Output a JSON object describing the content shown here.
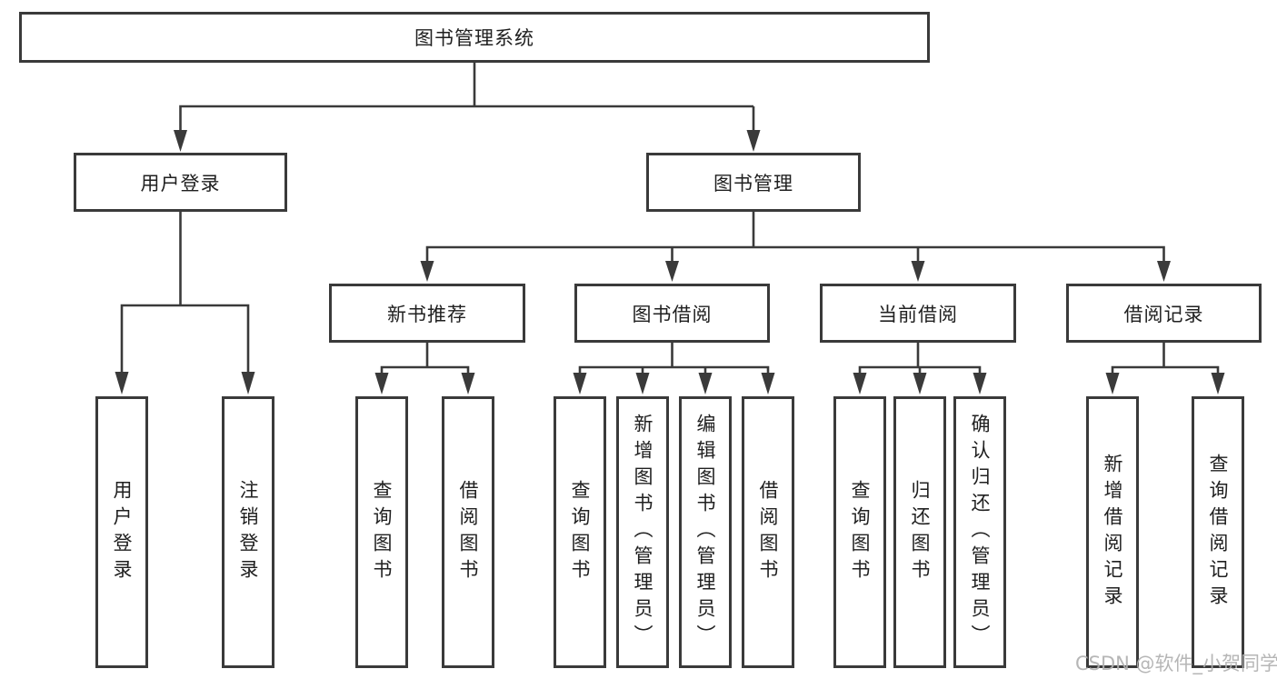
{
  "title": "图书管理系统",
  "watermark": "CSDN @软件_小贺同学",
  "colors": {
    "line": "#3a3a3a",
    "border": "#3a3a3a",
    "text": "#202020",
    "watermark": "#b0b0b0",
    "background": "#ffffff"
  },
  "tree": {
    "root": {
      "label": "图书管理系统"
    },
    "children": [
      {
        "label": "用户登录",
        "children": [
          {
            "label": "用户登录"
          },
          {
            "label": "注销登录"
          }
        ]
      },
      {
        "label": "图书管理",
        "children": [
          {
            "label": "新书推荐",
            "children": [
              {
                "label": "查询图书"
              },
              {
                "label": "借阅图书"
              }
            ]
          },
          {
            "label": "图书借阅",
            "children": [
              {
                "label": "查询图书"
              },
              {
                "label": "新增图书（管理员）"
              },
              {
                "label": "编辑图书（管理员）"
              },
              {
                "label": "借阅图书"
              }
            ]
          },
          {
            "label": "当前借阅",
            "children": [
              {
                "label": "查询图书"
              },
              {
                "label": "归还图书"
              },
              {
                "label": "确认归还（管理员）"
              }
            ]
          },
          {
            "label": "借阅记录",
            "children": [
              {
                "label": "新增借阅记录"
              },
              {
                "label": "查询借阅记录"
              }
            ]
          }
        ]
      }
    ]
  }
}
